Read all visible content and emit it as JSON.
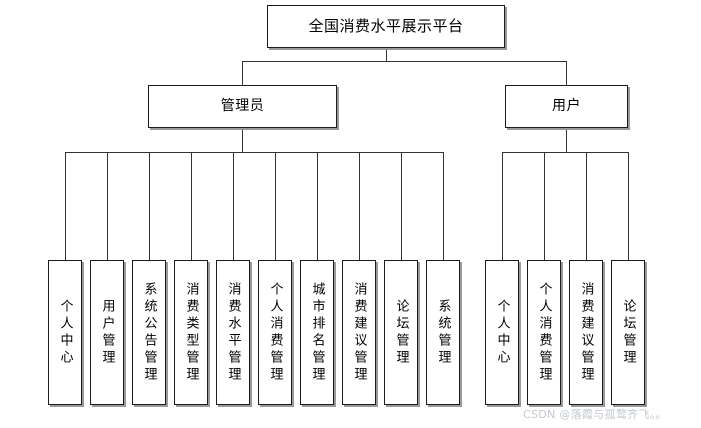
{
  "diagram": {
    "type": "org-chart",
    "root": {
      "label": "全国消费水平展示平台"
    },
    "level2": [
      {
        "key": "admin",
        "label": "管理员"
      },
      {
        "key": "user",
        "label": "用户"
      }
    ],
    "admin_children": [
      {
        "label": "个人中心"
      },
      {
        "label": "用户管理"
      },
      {
        "label": "系统公告管理"
      },
      {
        "label": "消费类型管理"
      },
      {
        "label": "消费水平管理"
      },
      {
        "label": "个人消费管理"
      },
      {
        "label": "城市排名管理"
      },
      {
        "label": "消费建议管理"
      },
      {
        "label": "论坛管理"
      },
      {
        "label": "系统管理"
      }
    ],
    "user_children": [
      {
        "label": "个人中心"
      },
      {
        "label": "个人消费管理"
      },
      {
        "label": "消费建议管理"
      },
      {
        "label": "论坛管理"
      }
    ],
    "watermark": "CSDN @落霞与孤鹜齐飞。。",
    "colors": {
      "border": "#1a1a1a",
      "shadow": "#9a9a9a",
      "line": "#333333",
      "background": "#ffffff",
      "watermark": "#c3c9cf"
    }
  }
}
